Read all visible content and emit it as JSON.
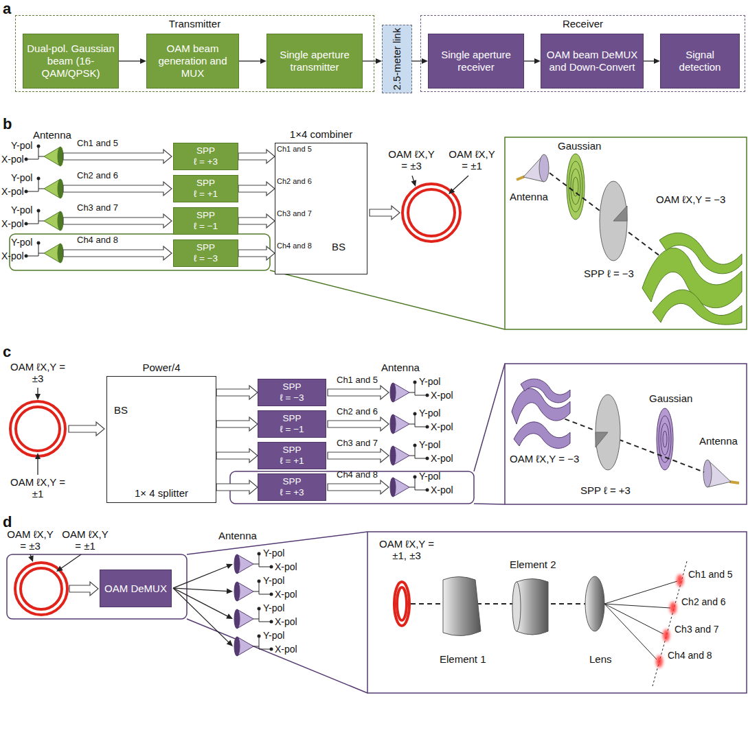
{
  "diagram": {
    "nodes": [
      {
        "text": [
          "Transmitter"
        ]
      },
      {
        "text": [
          "Dual-pol. Gaussian beam (16-QAM/QPSK)"
        ],
        "in": 0
      },
      {
        "text": [
          "OAM beam generation and MUX"
        ],
        "in": 0
      },
      {
        "text": [
          "Single aperture transmitter"
        ],
        "in": 0
      },
      {
        "text": [
          "2.5-meter link"
        ]
      },
      {
        "text": [
          "Receiver"
        ]
      },
      {
        "text": [
          "Single aperture receiver"
        ],
        "in": 5
      },
      {
        "text": [
          "OAM beam DeMUX and Down-Convert"
        ],
        "in": 5
      },
      {
        "text": [
          "Signal detection"
        ],
        "in": 5
      },
      {
        "text": [
          "SPP",
          "ℓ = +3"
        ]
      },
      {
        "text": [
          "SPP",
          "ℓ = +1"
        ]
      },
      {
        "text": [
          "SPP",
          "ℓ = −1"
        ]
      },
      {
        "text": [
          "SPP",
          "ℓ = −3"
        ]
      },
      {
        "text": [
          "1×4 combiner",
          "BS"
        ]
      },
      {
        "text": [
          "Power/4",
          "BS",
          "1× 4 splitter"
        ]
      },
      {
        "text": [
          "SPP",
          "ℓ = −3"
        ]
      },
      {
        "text": [
          "SPP",
          "ℓ = −1"
        ]
      },
      {
        "text": [
          "SPP",
          "ℓ = +1"
        ]
      },
      {
        "text": [
          "SPP",
          "ℓ = +3"
        ]
      },
      {
        "text": [
          "OAM DeMUX"
        ]
      }
    ],
    "edges": [
      {
        "from": 1,
        "to": 2,
        "arrow": "to"
      },
      {
        "from": 2,
        "to": 3,
        "arrow": "to"
      },
      {
        "from": 3,
        "to": 4,
        "arrow": "to"
      },
      {
        "from": 4,
        "to": 6,
        "arrow": "to"
      },
      {
        "from": 6,
        "to": 7,
        "arrow": "to"
      },
      {
        "from": 7,
        "to": 8,
        "arrow": "to"
      },
      {
        "from": 9,
        "to": 13,
        "arrow": "to"
      },
      {
        "from": 10,
        "to": 13,
        "arrow": "to"
      },
      {
        "from": 11,
        "to": 13,
        "arrow": "to"
      },
      {
        "from": 12,
        "to": 13,
        "arrow": "to"
      },
      {
        "from": 14,
        "to": 15,
        "arrow": "to"
      },
      {
        "from": 14,
        "to": 16,
        "arrow": "to"
      },
      {
        "from": 14,
        "to": 17,
        "arrow": "to"
      },
      {
        "from": 14,
        "to": 18,
        "arrow": "to"
      }
    ],
    "labels": [
      "a",
      "b",
      "c",
      "d",
      "Antenna",
      "Y-pol",
      "X-pol",
      "Y-pol",
      "X-pol",
      "Y-pol",
      "X-pol",
      "Y-pol",
      "X-pol",
      "Ch1 and 5",
      "Ch2 and 6",
      "Ch3 and 7",
      "Ch4 and 8",
      "Ch1 and 5",
      "Ch2 and 6",
      "Ch3 and 7",
      "Ch4 and 8",
      "OAM ℓX,Y = ±3",
      "OAM ℓX,Y = ±1",
      "Gaussian",
      "Antenna",
      "OAM ℓX,Y = −3",
      "SPP ℓ = −3",
      "OAM ℓX,Y = ±3",
      "OAM ℓX,Y = ±1",
      "Antenna",
      "Y-pol",
      "X-pol",
      "Y-pol",
      "X-pol",
      "Y-pol",
      "X-pol",
      "Y-pol",
      "X-pol",
      "Ch1 and 5",
      "Ch2 and 6",
      "Ch3 and 7",
      "Ch4 and 8",
      "OAM ℓX,Y = −3",
      "Gaussian",
      "SPP ℓ = +3",
      "Antenna",
      "OAM ℓX,Y = ±3",
      "OAM ℓX,Y = ±1",
      "Antenna",
      "Y-pol",
      "X-pol",
      "Y-pol",
      "X-pol",
      "Y-pol",
      "X-pol",
      "Y-pol",
      "X-pol",
      "OAM ℓX,Y = ±1, ±3",
      "Element 2",
      "Element 1",
      "Lens",
      "Ch1 and 5",
      "Ch2 and 6",
      "Ch3 and 7",
      "Ch4 and 8"
    ]
  }
}
